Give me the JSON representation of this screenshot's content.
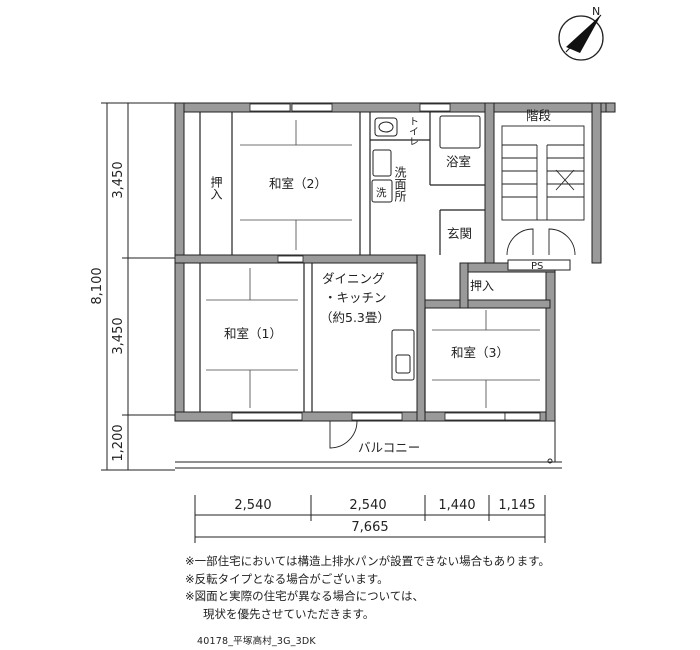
{
  "rooms": {
    "washitsu2": "和室（2）",
    "oshiire_top": "押入",
    "toilet": "トイレ",
    "bath": "浴室",
    "washroom": "洗面所",
    "laundry": "洗",
    "stairs": "階段",
    "genkan": "玄関",
    "ps": "PS",
    "dk_line1": "ダイニング",
    "dk_line2": "・キッチン",
    "dk_line3": "（約5.3畳）",
    "washitsu1": "和室（1）",
    "oshiire_right": "押入",
    "washitsu3": "和室（3）",
    "balcony": "バルコニー"
  },
  "dimensions": {
    "vertical": [
      "3,450",
      "3,450",
      "1,200"
    ],
    "vertical_total": "8,100",
    "horizontal": [
      "2,540",
      "2,540",
      "1,440",
      "1,145"
    ],
    "horizontal_total": "7,665"
  },
  "compass_label": "N",
  "notes": [
    "※一部住宅においては構造上排水パンが設置できない場合もあります。",
    "※反転タイプとなる場合がございます。",
    "※図面と実際の住宅が異なる場合については、",
    "現状を優先させていただきます。"
  ],
  "plan_code": "40178_平塚高村_3G_3DK"
}
